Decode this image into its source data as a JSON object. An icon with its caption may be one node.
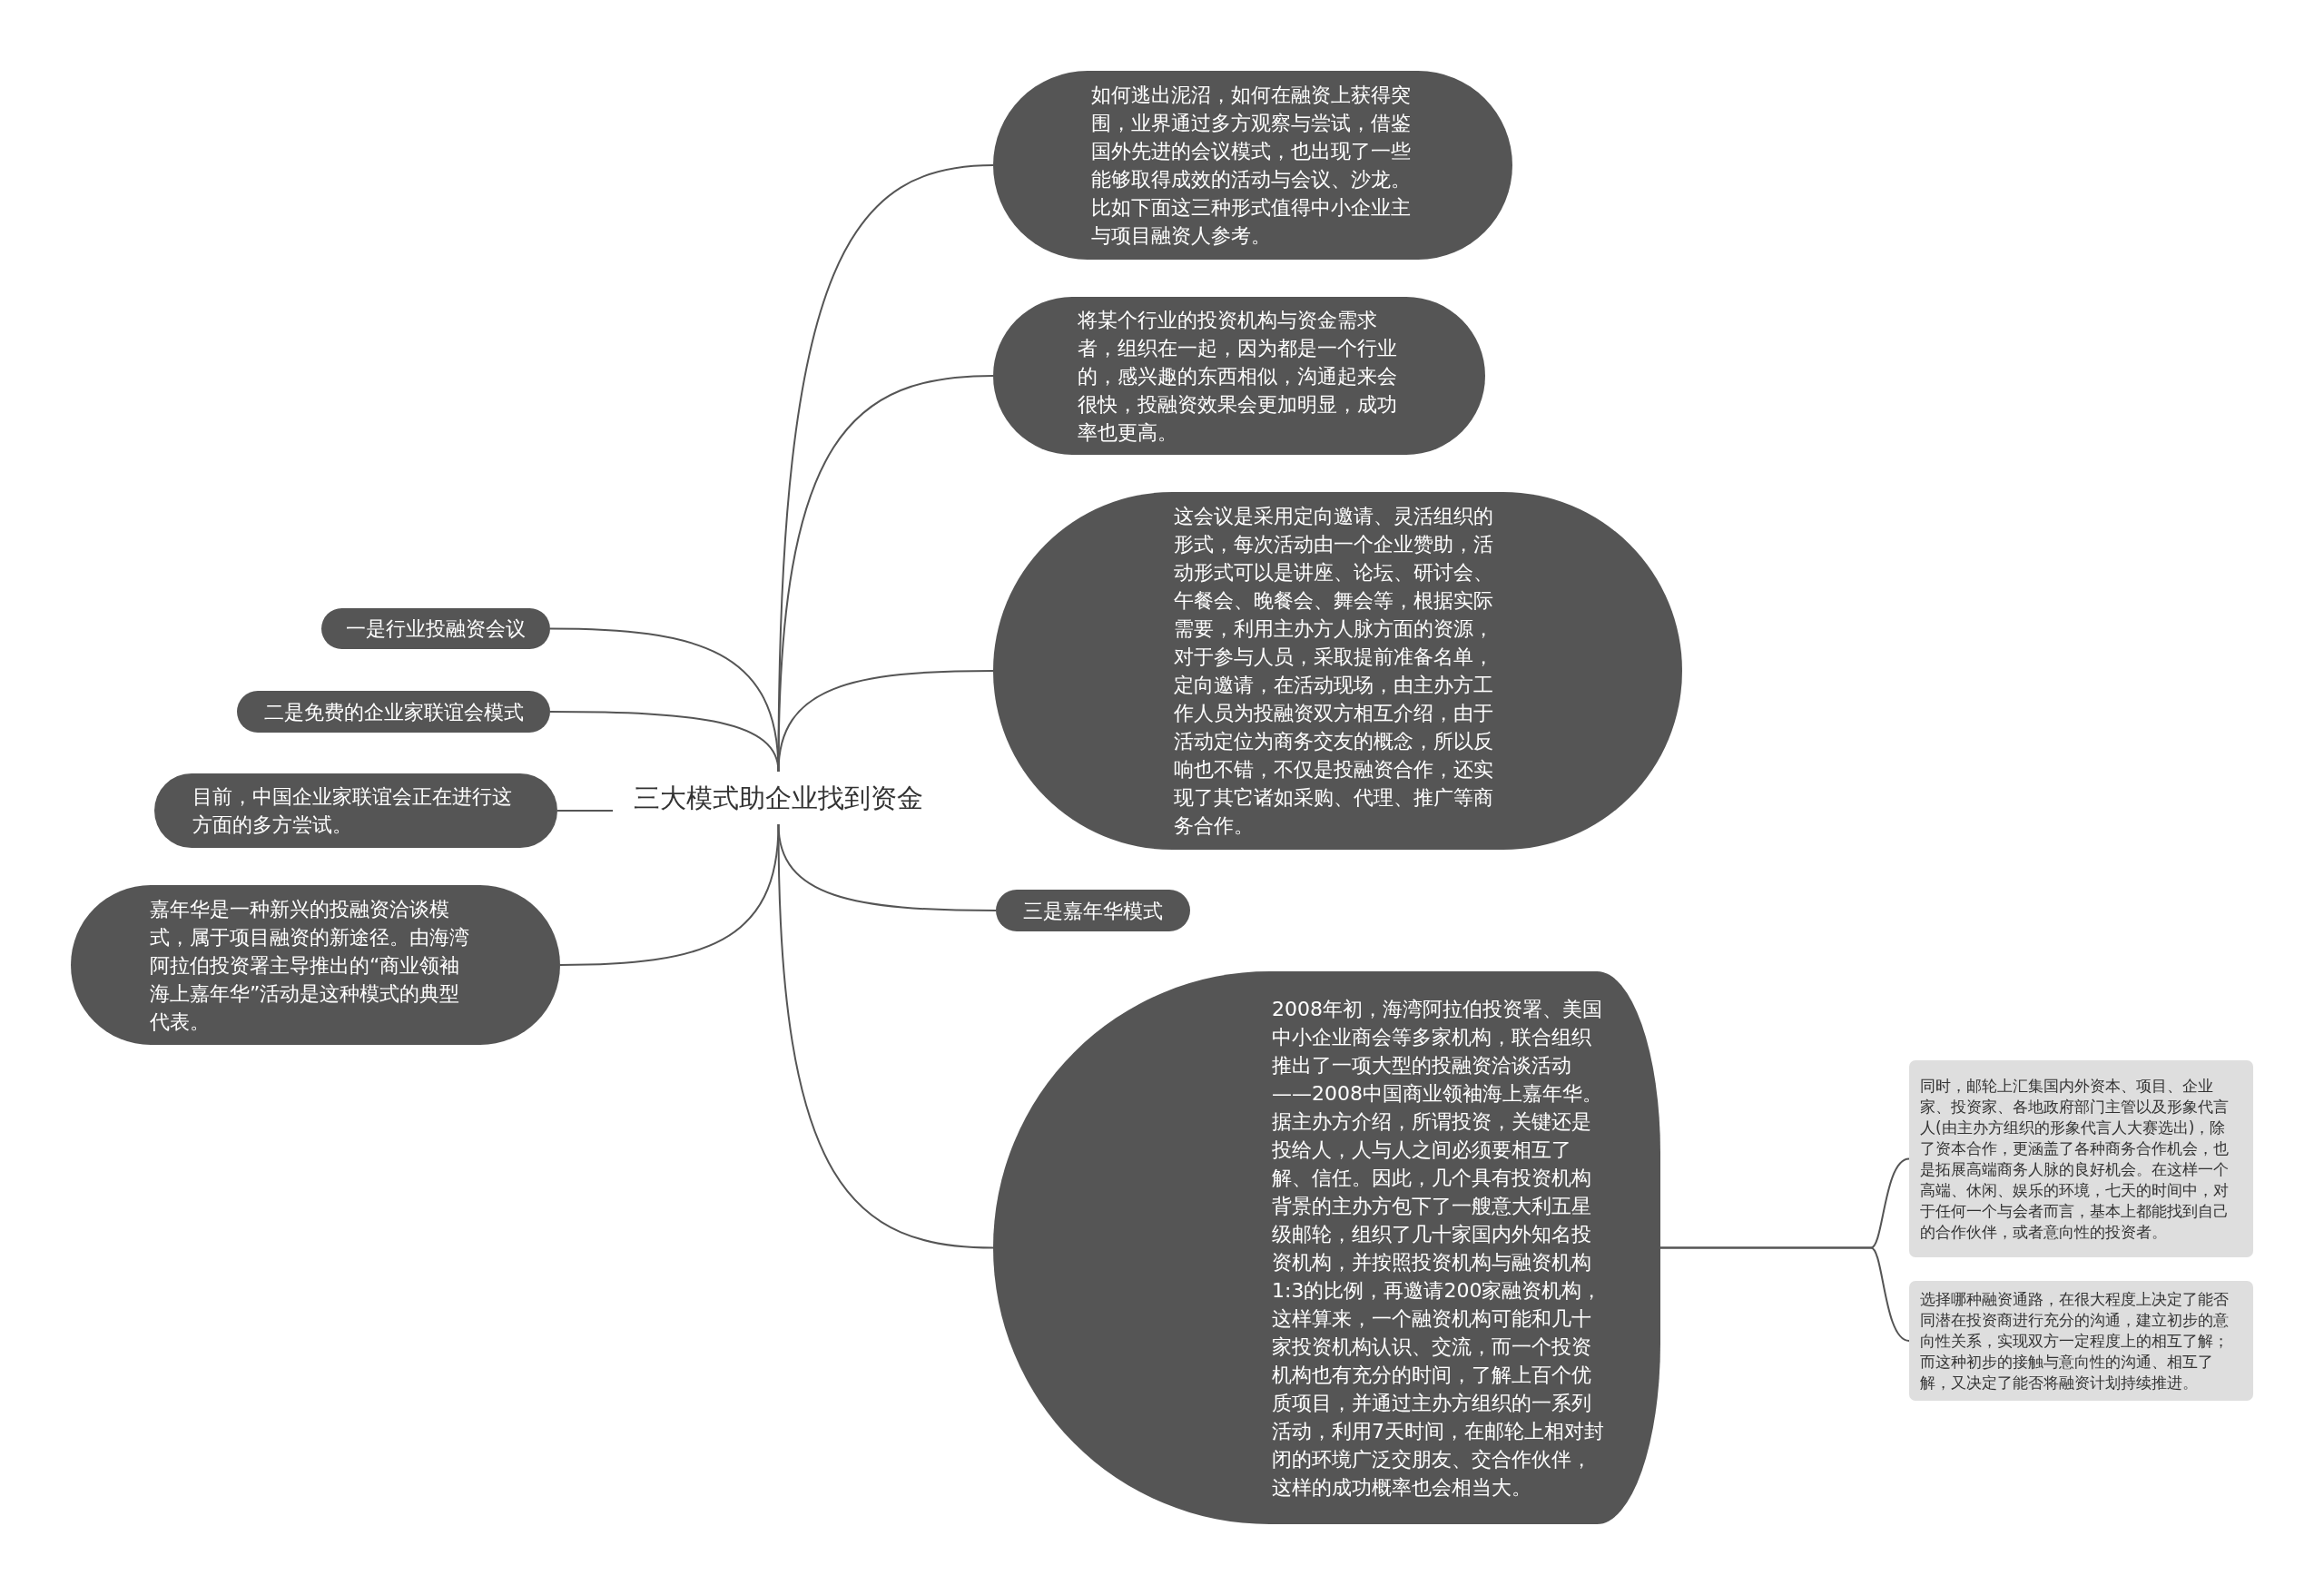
{
  "diagram": {
    "nodes": [
      {
        "text": [
          "三大模式助企业找到资金"
        ]
      },
      {
        "text": [
          "如何逃出泥沼，如何在融资上获得突围，业界通过多方观察与尝试，借鉴国外先进的会议模式，也出现了一些能够取得成效的活动与会议、沙龙。比如下面这三种形式值得中小企业主与项目融资人参考。"
        ]
      },
      {
        "text": [
          "将某个行业的投资机构与资金需求者，组织在一起，因为都是一个行业的，感兴趣的东西相似，沟通起来会很快，投融资效果会更加明显，成功率也更高。"
        ]
      },
      {
        "text": [
          "这会议是采用定向邀请、灵活组织的形式，每次活动由一个企业赞助，活动形式可以是讲座、论坛、研讨会、午餐会、晚餐会、舞会等，根据实际需要，利用主办方人脉方面的资源，对于参与人员，采取提前准备名单，定向邀请，在活动现场，由主办方工作人员为投融资双方相互介绍，由于活动定位为商务交友的概念，所以反响也不错，不仅是投融资合作，还实现了其它诸如采购、代理、推广等商务合作。"
        ]
      },
      {
        "text": [
          "三是嘉年华模式"
        ]
      },
      {
        "text": [
          "2008年初，海湾阿拉伯投资署、美国中小企业商会等多家机构，联合组织推出了一项大型的投融资洽谈活动——2008中国商业领袖海上嘉年华。据主办方介绍，所谓投资，关键还是投给人，人与人之间必须要相互了解、信任。因此，几个具有投资机构背景的主办方包下了一艘意大利五星级邮轮，组织了几十家国内外知名投资机构，并按照投资机构与融资机构1:3的比例，再邀请200家融资机构，这样算来，一个融资机构可能和几十家投资机构认识、交流，而一个投资机构也有充分的时间，了解上百个优质项目，并通过主办方组织的一系列活动，利用7天时间，在邮轮上相对封闭的环境广泛交朋友、交合作伙伴，这样的成功概率也会相当大。"
        ]
      },
      {
        "text": [
          "同时，邮轮上汇集国内外资本、项目、企业家、投资家、各地政府部门主管以及形象代言人(由主办方组织的形象代言人大赛选出)，除了资本合作，更涵盖了各种商务合作机会，也是拓展高端商务人脉的良好机会。在这样一个高端、休闲、娱乐的环境，七天的时间中，对于任何一个与会者而言，基本上都能找到自己的合作伙伴，或者意向性的投资者。"
        ]
      },
      {
        "text": [
          "选择哪种融资通路，在很大程度上决定了能否同潜在投资商进行充分的沟通，建立初步的意向性关系，实现双方一定程度上的相互了解；而这种初步的接触与意向性的沟通、相互了解，又决定了能否将融资计划持续推进。"
        ]
      },
      {
        "text": [
          "一是行业投融资会议"
        ]
      },
      {
        "text": [
          "二是免费的企业家联谊会模式"
        ]
      },
      {
        "text": [
          "目前，中国企业家联谊会正在进行这方面的多方尝试。"
        ]
      },
      {
        "text": [
          "嘉年华是一种新兴的投融资洽谈模式，属于项目融资的新途径。由海湾阿拉伯投资署主导推出的“商业领袖海上嘉年华”活动是这种模式的典型代表。"
        ]
      }
    ],
    "edges": [
      {
        "from": 0,
        "to": 1,
        "arrow": "none"
      },
      {
        "from": 0,
        "to": 2,
        "arrow": "none"
      },
      {
        "from": 0,
        "to": 3,
        "arrow": "none"
      },
      {
        "from": 0,
        "to": 4,
        "arrow": "none"
      },
      {
        "from": 0,
        "to": 5,
        "arrow": "none"
      },
      {
        "from": 5,
        "to": 6,
        "arrow": "none"
      },
      {
        "from": 5,
        "to": 7,
        "arrow": "none"
      },
      {
        "from": 0,
        "to": 8,
        "arrow": "none"
      },
      {
        "from": 0,
        "to": 9,
        "arrow": "none"
      },
      {
        "from": 0,
        "to": 10,
        "arrow": "none"
      },
      {
        "from": 0,
        "to": 11,
        "arrow": "none"
      }
    ]
  }
}
